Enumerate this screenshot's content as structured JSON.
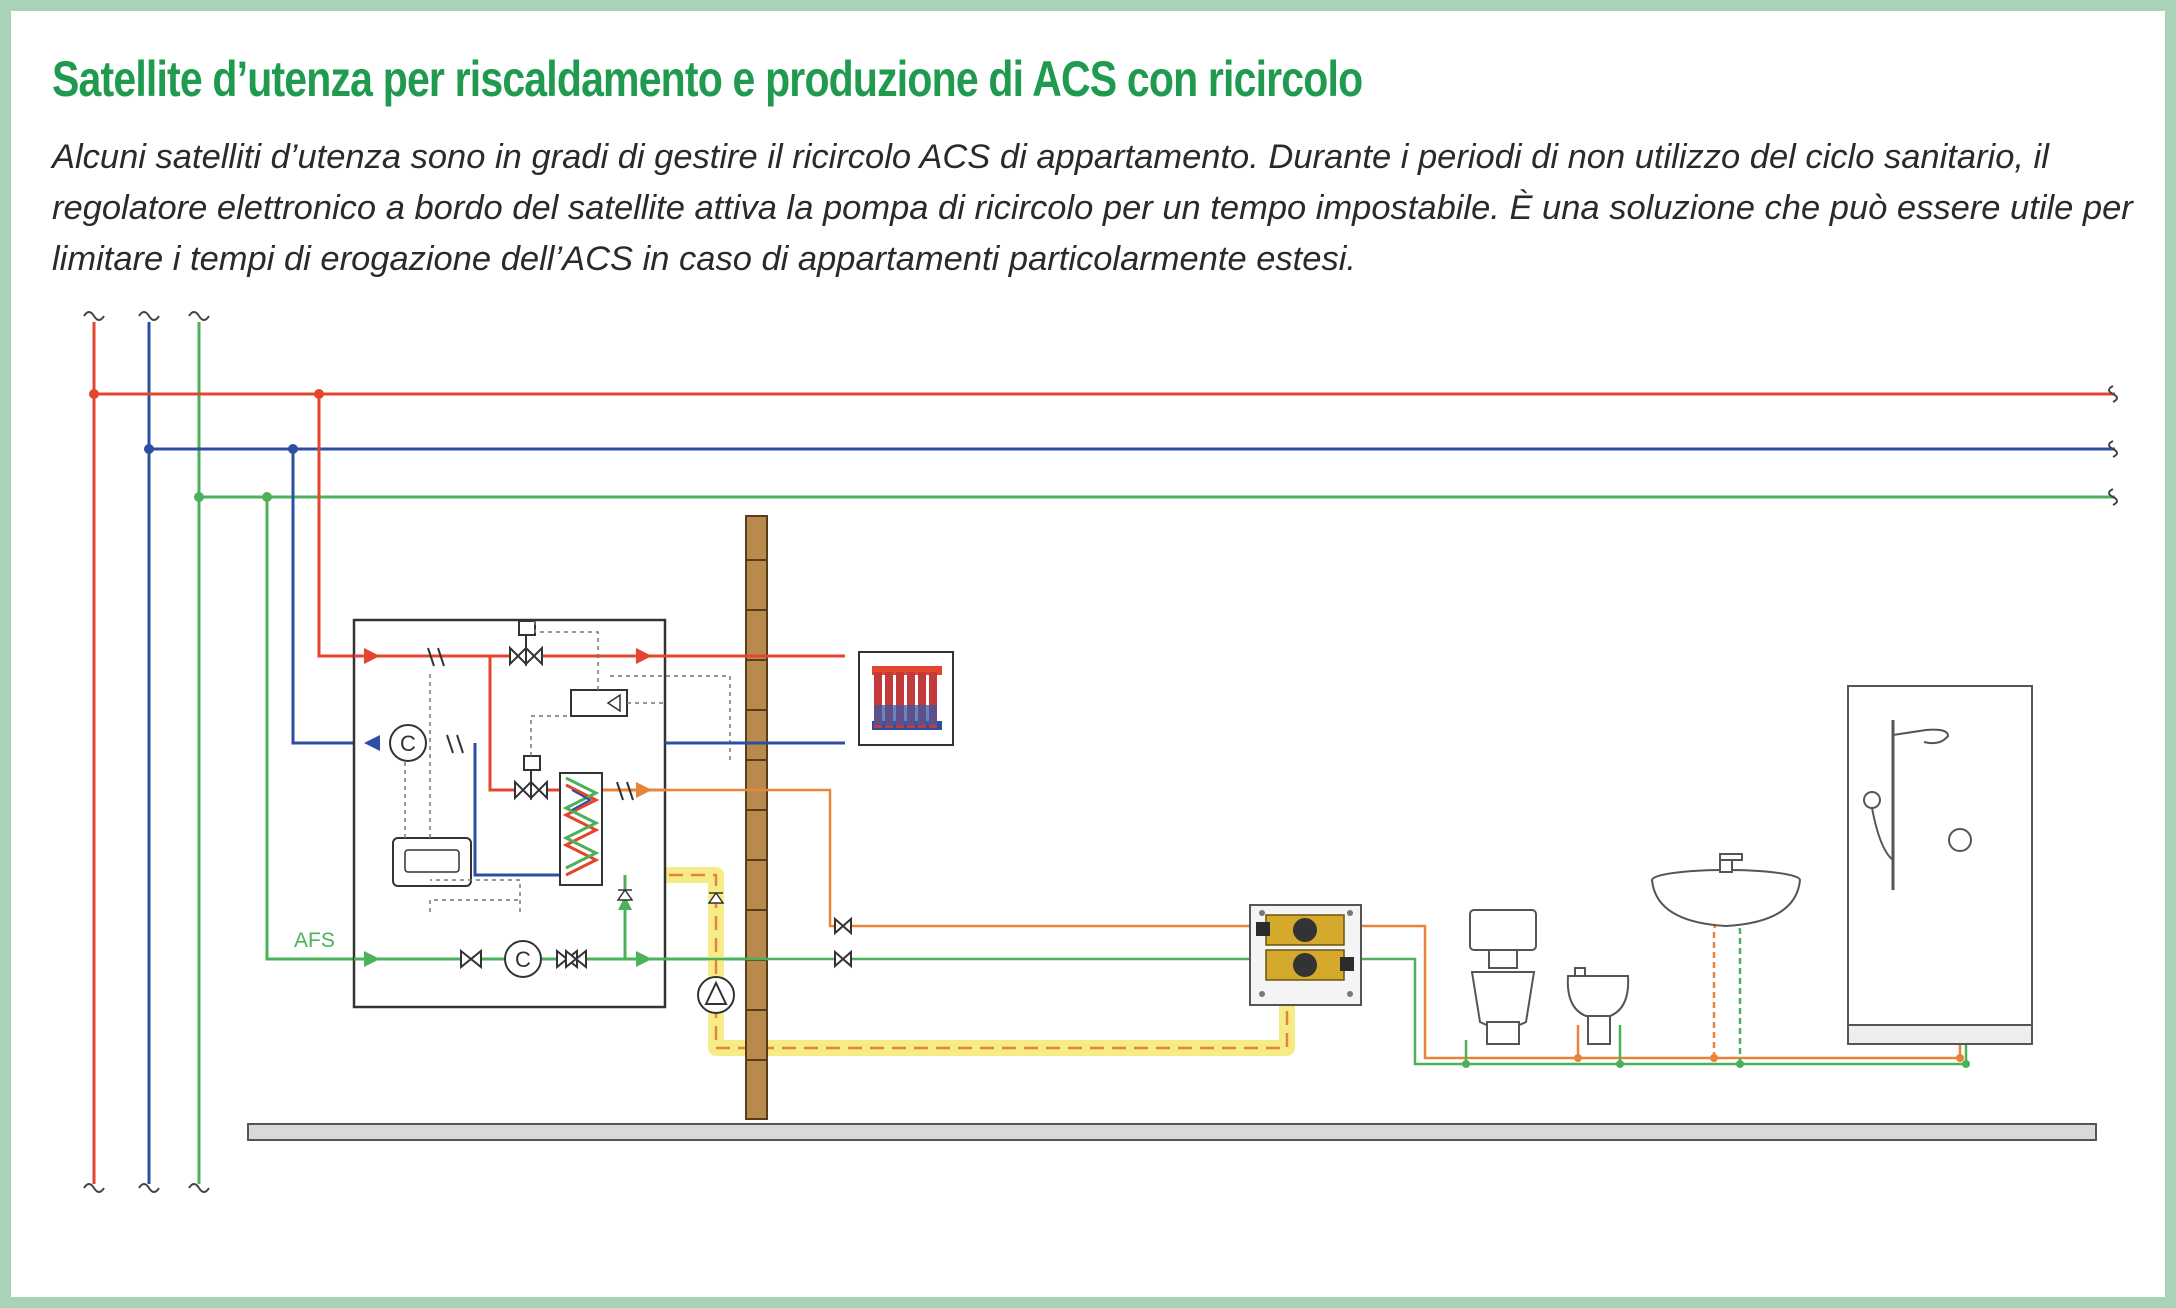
{
  "header": {
    "title": "Satellite d’utenza per riscaldamento e produzione di ACS con ricircolo",
    "description": "Alcuni satelliti d’utenza sono in gradi di gestire il ricircolo ACS di appartamento. Durante i periodi di non utilizzo del ciclo sanitario, il regolatore elettronico a bordo del satellite attiva la pompa di ricircolo per un tempo impostabile. È una soluzione che può essere utile per limitare i tempi di erogazione dell’ACS in caso di appartamenti particolarmente estesi."
  },
  "diagram": {
    "afs_label": "AFS",
    "counter_symbol": "C",
    "colors": {
      "frame": "#a9d3b6",
      "title": "#1f9a4f",
      "supply_red": "#e3462d",
      "return_blue": "#2c4fa3",
      "cold_water_green": "#4db05a",
      "hot_water_orange": "#e8843a",
      "recirculation_highlight": "#f5ea7a",
      "wall_brick": "#b98a4e",
      "floor_grey": "#d9d9d9"
    }
  }
}
